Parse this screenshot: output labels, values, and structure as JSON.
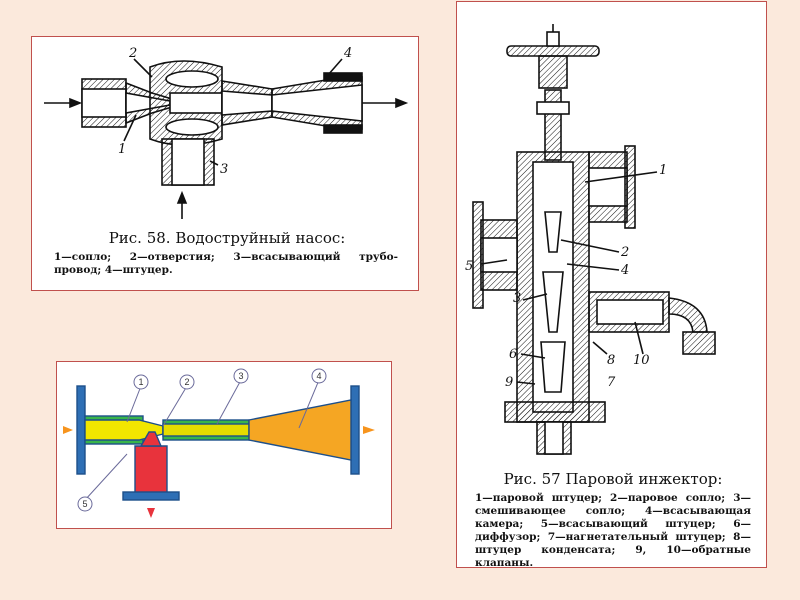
{
  "pump": {
    "caption_title": "Рис. 58. Водоструйный насос:",
    "caption_body": "1—сопло; 2—отверстия; 3—всасывающий трубо-провод; 4—штуцер.",
    "labels": {
      "n1": "1",
      "n2": "2",
      "n3": "3",
      "n4": "4"
    }
  },
  "injector": {
    "caption_title": "Рис. 57  Паровой инжектор:",
    "caption_body": "1—паровой штуцер; 2—паровое сопло; 3—смешивающее сопло; 4—всасывающая камера; 5—всасывающий штуцер; 6—диффузор; 7—нагнетательный штуцер; 8—штуцер конденсата; 9, 10—обратные клапаны.",
    "labels": {
      "n1": "1",
      "n2": "2",
      "n3": "3",
      "n4": "4",
      "n5": "5",
      "n6": "6",
      "n7": "7",
      "n8": "8",
      "n9": "9",
      "n10": "10"
    }
  },
  "color_pump": {
    "labels": {
      "n1": "1",
      "n2": "2",
      "n3": "3",
      "n4": "4",
      "n5": "5"
    },
    "colors": {
      "nozzle": "#f2e600",
      "suction": "#e8333c",
      "diffuser": "#f5a623",
      "body": "#39b54a",
      "casing": "#2e6fb5",
      "arrow": "#f7941d"
    }
  }
}
